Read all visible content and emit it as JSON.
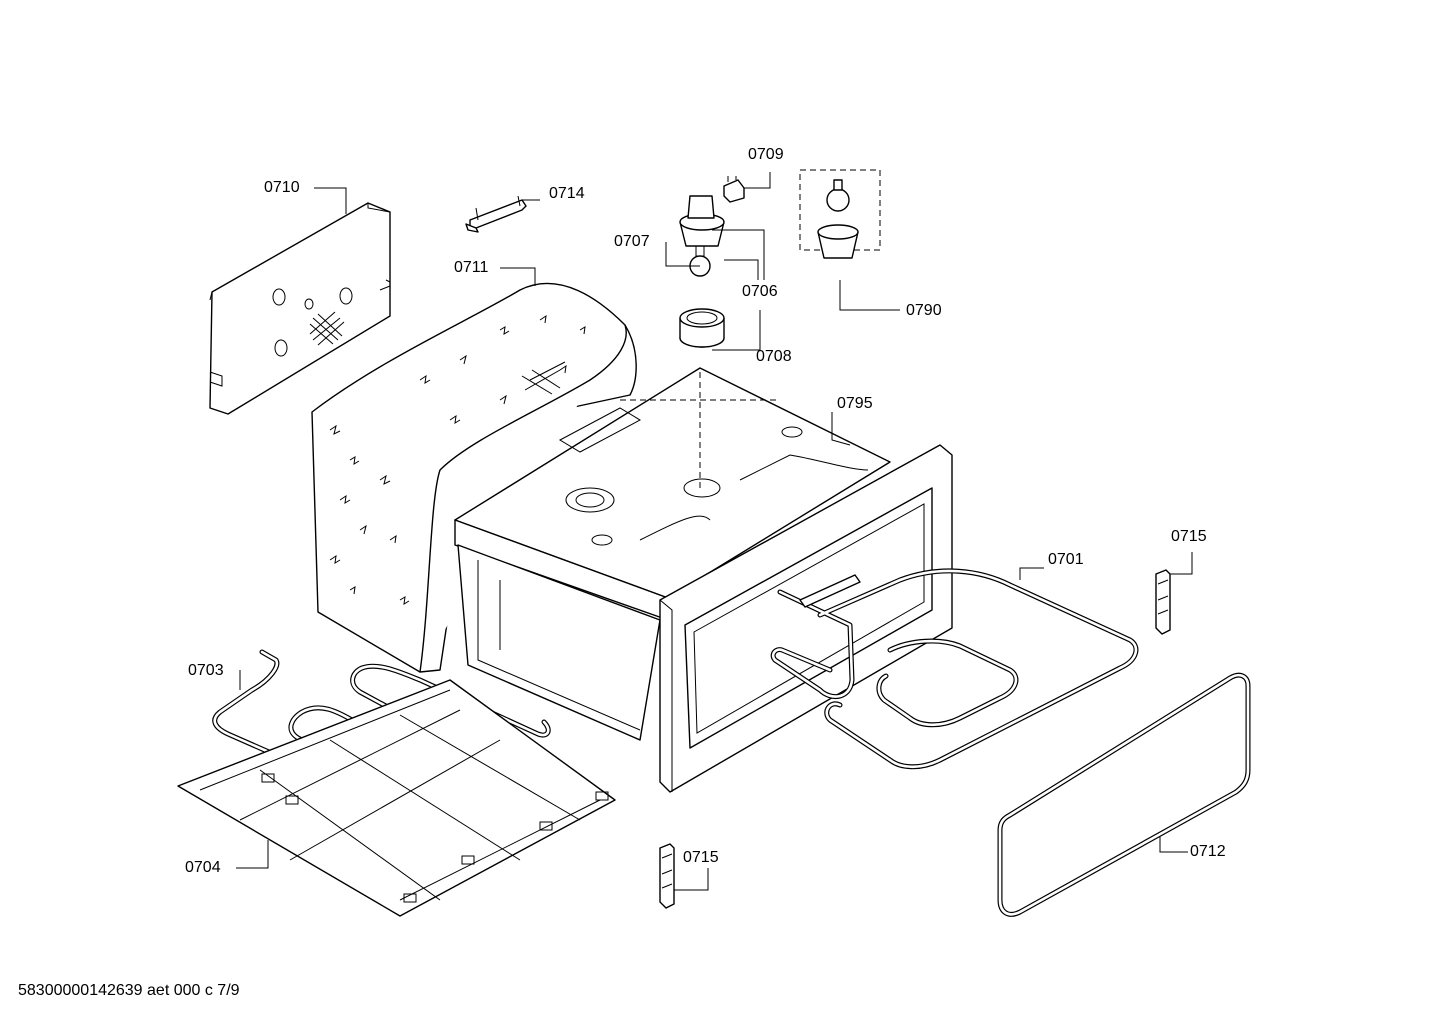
{
  "labels": {
    "p0701": "0701",
    "p0703": "0703",
    "p0704": "0704",
    "p0706": "0706",
    "p0707": "0707",
    "p0708": "0708",
    "p0709": "0709",
    "p0710": "0710",
    "p0711": "0711",
    "p0712": "0712",
    "p0714": "0714",
    "p0715a": "0715",
    "p0715b": "0715",
    "p0790": "0790",
    "p0795": "0795"
  },
  "footer": "58300000142639 aet 000 c 7/9"
}
